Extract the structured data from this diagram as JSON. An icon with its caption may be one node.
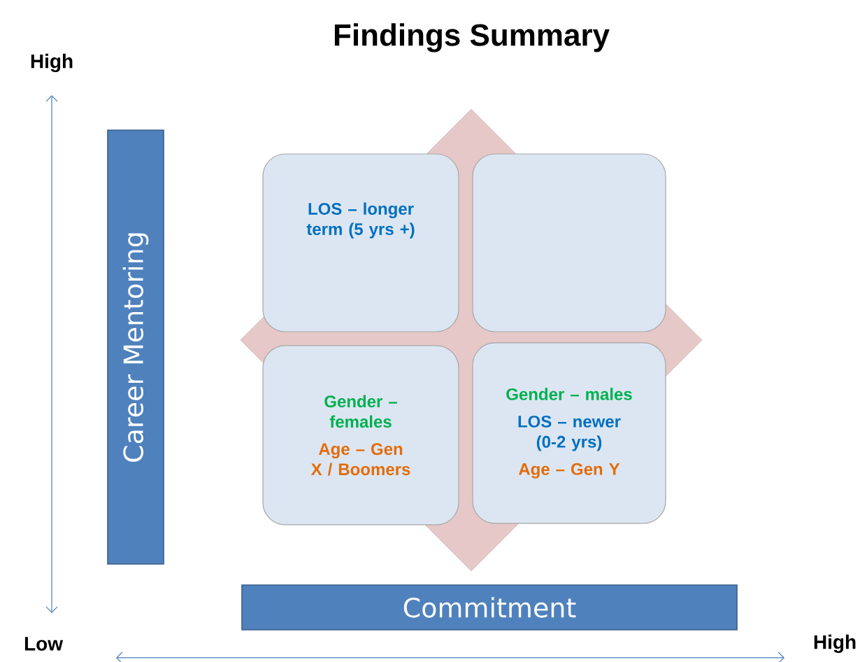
{
  "diagram": {
    "title": "Findings Summary",
    "nodes": [
      {
        "text": [
          "Career Mentoring"
        ]
      },
      {
        "text": [
          "LOS – longer term (5 yrs +)"
        ]
      },
      {
        "text": [],
        "shape": "box"
      },
      {
        "text": [
          "Gender – females",
          "Age – Gen X / Boomers"
        ]
      },
      {
        "text": [
          "Gender – males",
          "LOS – newer (0-2 yrs)",
          "Age – Gen Y"
        ]
      },
      {
        "text": [
          "Commitment"
        ]
      }
    ],
    "labels": [
      "High",
      "Low",
      "High"
    ]
  }
}
